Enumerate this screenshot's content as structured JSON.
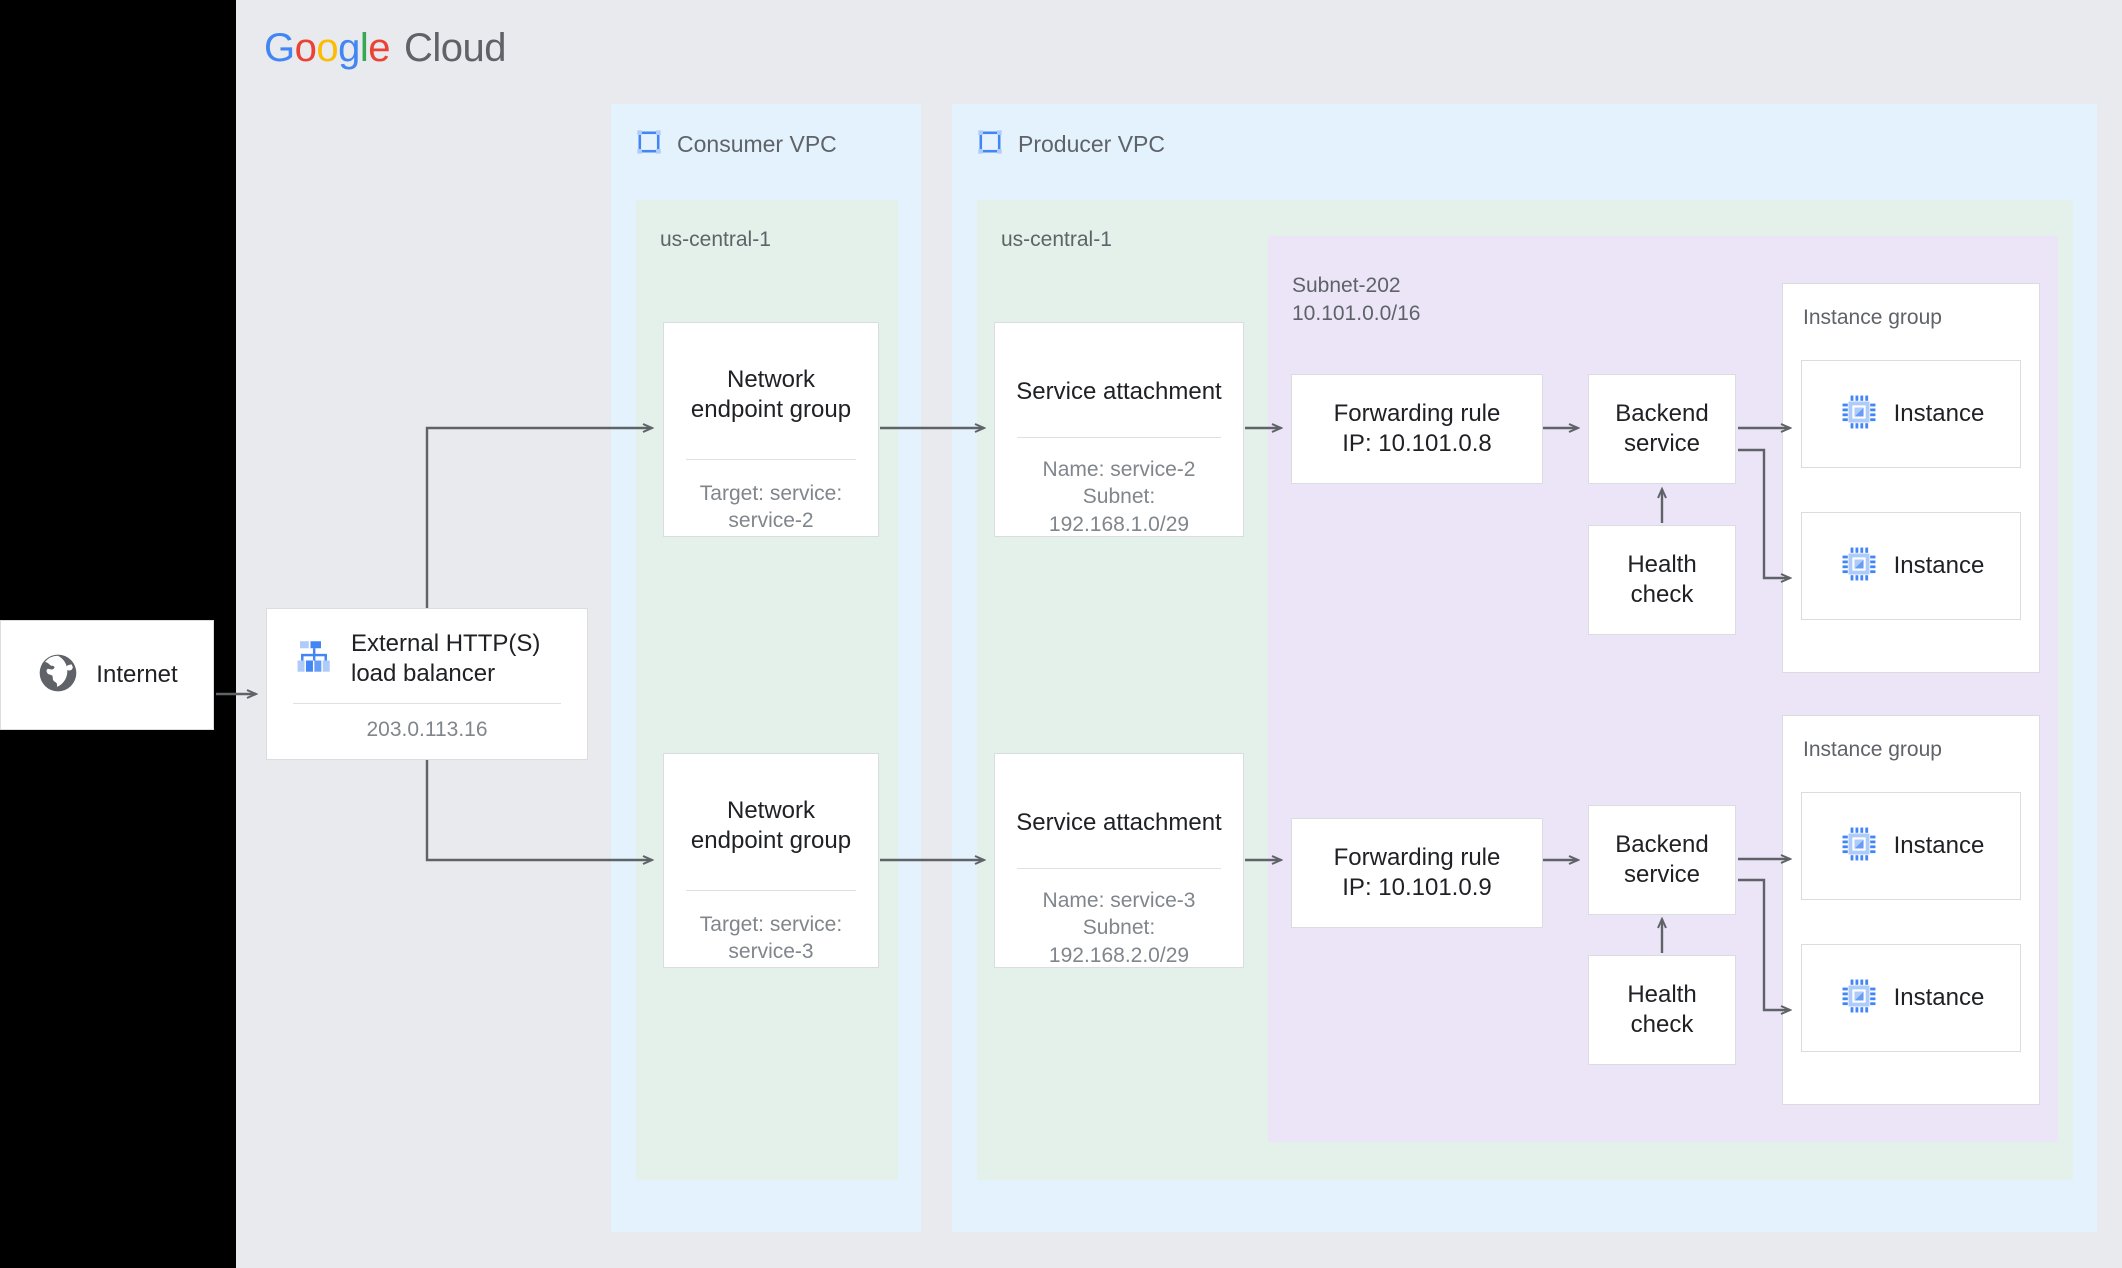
{
  "brand": {
    "logo_letters": [
      "G",
      "o",
      "o",
      "g",
      "l",
      "e"
    ],
    "logo_word": "Cloud"
  },
  "colors": {
    "vpc_bg": "#e3f2fd",
    "region_bg": "#e3f1ea",
    "subnet_bg": "#ebe5f7",
    "canvas_bg": "#e8eaed",
    "card_bg": "#ffffff",
    "border": "#dadce0",
    "arrow": "#5f6368",
    "text_primary": "#202124",
    "text_secondary": "#80868b"
  },
  "internet": {
    "label": "Internet",
    "icon": "globe-icon"
  },
  "load_balancer": {
    "title": "External HTTP(S) load balancer",
    "title_line1": "External HTTP(S)",
    "title_line2": "load balancer",
    "ip": "203.0.113.16",
    "icon": "load-balancer-icon"
  },
  "vpcs": [
    {
      "name": "Consumer VPC",
      "icon": "vpc-icon",
      "region": "us-central-1"
    },
    {
      "name": "Producer VPC",
      "icon": "vpc-icon",
      "region": "us-central-1"
    }
  ],
  "subnet": {
    "name": "Subnet-202",
    "cidr": "10.101.0.0/16"
  },
  "network_endpoint_groups": [
    {
      "title_line1": "Network",
      "title_line2": "endpoint group",
      "sub_line1": "Target: service:",
      "sub_line2": "service-2"
    },
    {
      "title_line1": "Network",
      "title_line2": "endpoint group",
      "sub_line1": "Target: service:",
      "sub_line2": "service-3"
    }
  ],
  "service_attachments": [
    {
      "title": "Service attachment",
      "sub_line1": "Name: service-2",
      "sub_line2": "Subnet:",
      "sub_line3": "192.168.1.0/29"
    },
    {
      "title": "Service attachment",
      "sub_line1": "Name: service-3",
      "sub_line2": "Subnet:",
      "sub_line3": "192.168.2.0/29"
    }
  ],
  "forwarding_rules": [
    {
      "line1": "Forwarding rule",
      "line2": "IP: 10.101.0.8"
    },
    {
      "line1": "Forwarding rule",
      "line2": "IP: 10.101.0.9"
    }
  ],
  "backend_services": [
    {
      "line1": "Backend",
      "line2": "service"
    },
    {
      "line1": "Backend",
      "line2": "service"
    }
  ],
  "health_checks": [
    {
      "line1": "Health",
      "line2": "check"
    },
    {
      "line1": "Health",
      "line2": "check"
    }
  ],
  "instance_groups": [
    {
      "label": "Instance group",
      "instances": [
        {
          "label": "Instance"
        },
        {
          "label": "Instance"
        }
      ]
    },
    {
      "label": "Instance group",
      "instances": [
        {
          "label": "Instance"
        },
        {
          "label": "Instance"
        }
      ]
    }
  ]
}
